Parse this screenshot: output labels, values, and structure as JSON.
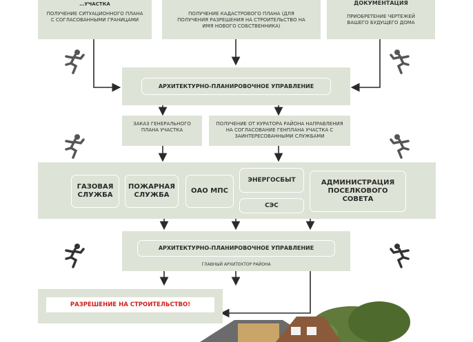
{
  "top": {
    "left_title": "…участка",
    "left_text": "Получение ситуационного плана с согласованными границами",
    "mid_text": "Получение кадастрового плана (для получения разрешения на строительство на имя нового собственника)",
    "right_title": "документация",
    "right_text": "Приобретение чертежей вашего будущего дома"
  },
  "apu1": {
    "title": "Архитектурно-планировочное управление"
  },
  "order": {
    "text": "Заказ генерального плана участка"
  },
  "curator": {
    "text": "Получение от куратора района направления на согласование генплана участка с заинтересованными службами"
  },
  "services": {
    "gas": "Газовая служба",
    "fire": "Пожарная служба",
    "mps": "ОАО МПС",
    "energy": "Энергосбыт",
    "ses": "СЭС",
    "admin": "Администрация поселкового совета"
  },
  "apu2": {
    "title": "Архитектурно-планировочное управление",
    "sub": "Главный архитектор района"
  },
  "permit": {
    "text": "Разрешение на строительство!",
    "color": "#d0201b"
  },
  "colors": {
    "box": "#dde3d6",
    "arrow": "#2a2a2a"
  }
}
